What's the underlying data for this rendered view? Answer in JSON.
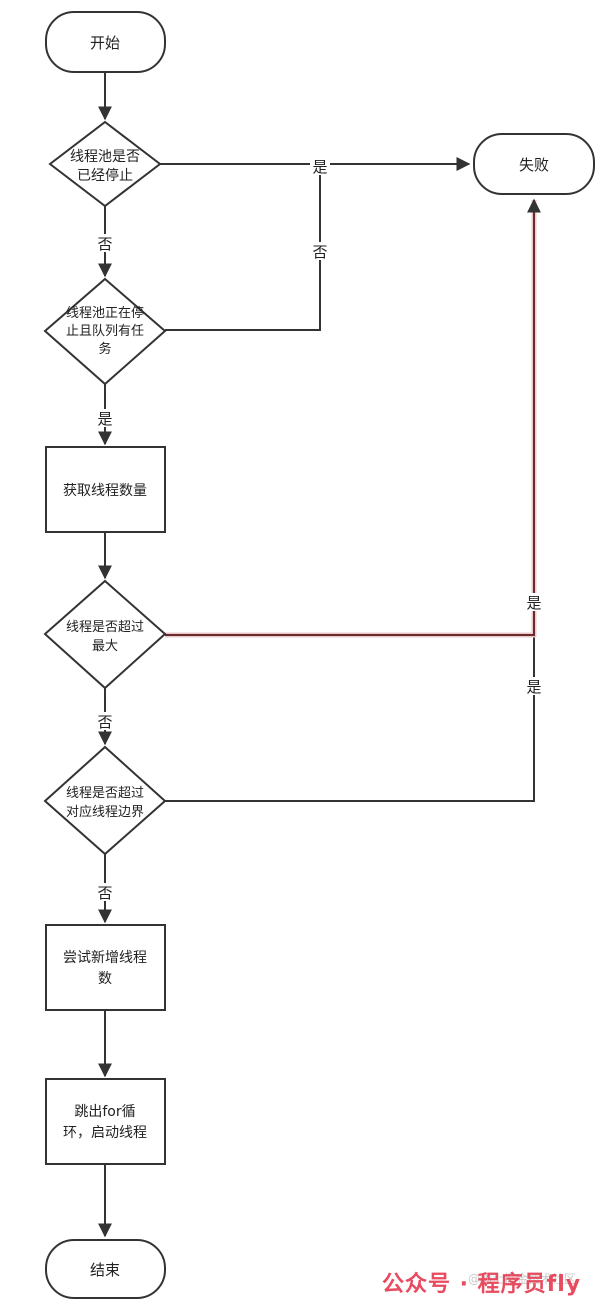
{
  "flowchart": {
    "nodes": {
      "start": {
        "lines": [
          "开始"
        ]
      },
      "fail": {
        "lines": [
          "失败"
        ]
      },
      "check_shutdown": {
        "lines": [
          "线程池是否",
          "已经停止"
        ]
      },
      "check_queue": {
        "lines": [
          "线程池正在停",
          "止且队列有任",
          "务"
        ]
      },
      "get_count": {
        "lines": [
          "获取线程数量"
        ]
      },
      "check_max": {
        "lines": [
          "线程是否超过",
          "最大"
        ]
      },
      "check_bound": {
        "lines": [
          "线程是否超过",
          "对应线程边界"
        ]
      },
      "try_add": {
        "lines": [
          "尝试新增线程",
          "数"
        ]
      },
      "break_loop": {
        "lines": [
          "跳出for循",
          "环，启动线程"
        ]
      },
      "end": {
        "lines": [
          "结束"
        ]
      }
    },
    "edge_labels": {
      "shutdown_yes": "是",
      "shutdown_no": "否",
      "queue_no": "否",
      "queue_yes": "是",
      "max_yes": "是",
      "max_no": "否",
      "bound_yes": "是",
      "bound_no": "否"
    },
    "colors": {
      "stroke": "#333333",
      "text": "#222222",
      "highlight": "#6b2a2e"
    }
  },
  "watermark": {
    "small": "@稀土掘金技术社区",
    "big": "公众号 · 程序员fly"
  }
}
